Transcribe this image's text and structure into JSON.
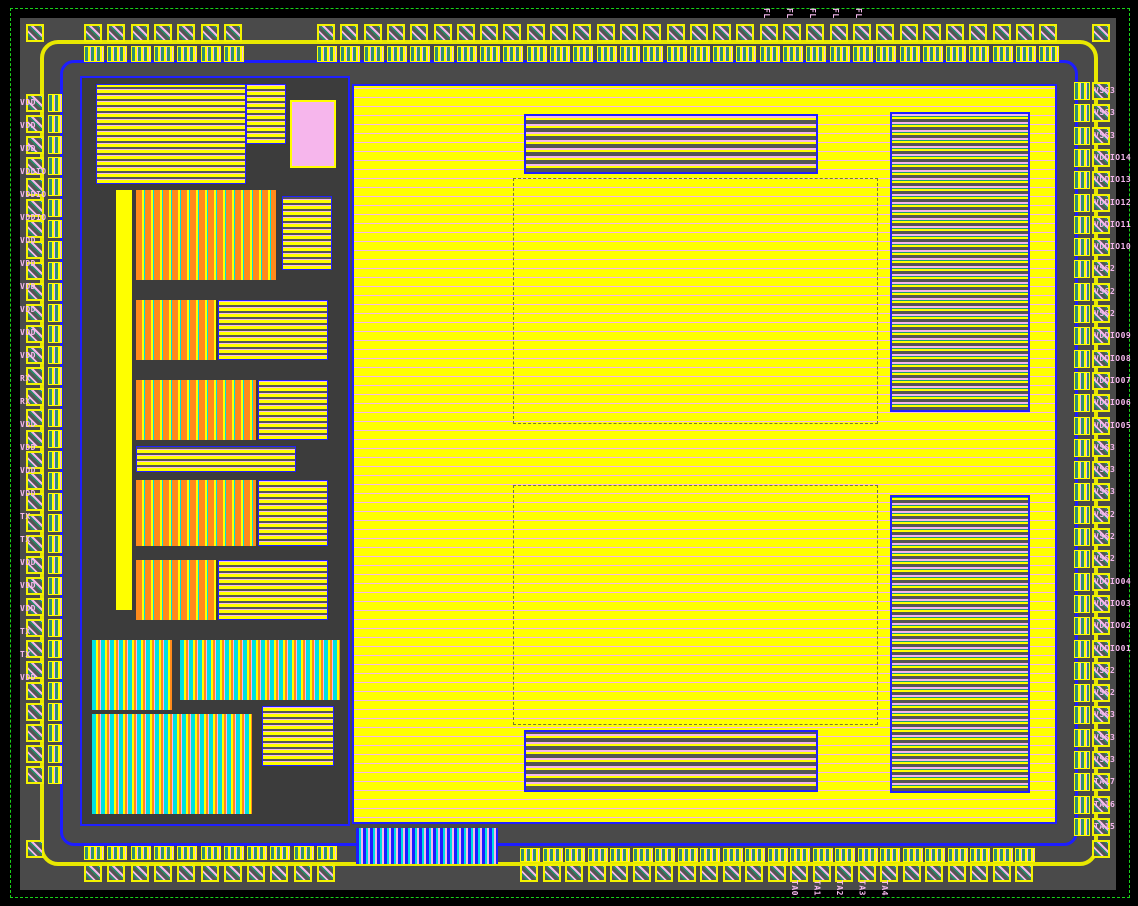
{
  "layout_view": {
    "colors": {
      "metal1": "#ffff00",
      "metal2": "#f6b6ec",
      "metal3": "#2020ff",
      "diffusion": "#ff8a1c",
      "poly": "#00dede",
      "substrate": "#4a4a4a",
      "guide": "#19d219"
    },
    "pads": {
      "top_count": 42,
      "left_count": 33,
      "top_labels": [
        "FL",
        "FL",
        "FL",
        "FL",
        "FL"
      ],
      "right_labels": [
        "VSS3",
        "VSS3",
        "VSS3",
        "VDDIO14",
        "VDDIO13",
        "VDDIO12",
        "VDDIO11",
        "VDDIO10",
        "VSS2",
        "VSS2",
        "VSS2",
        "VDDIO09",
        "VDDIO08",
        "VDDIO07",
        "VDDIO06",
        "VDDIO05",
        "VSS3",
        "VSS3",
        "VSS3",
        "VSS2",
        "VSS2",
        "VSS2",
        "VDDIO04",
        "VDDIO03",
        "VDDIO02",
        "VDDIO01",
        "VSS2",
        "VSS2",
        "VSS3",
        "VSS3",
        "VSS3",
        "TA17",
        "TA16",
        "TA15"
      ],
      "left_labels": [
        "VDD",
        "VDD",
        "VDD",
        "VDDIO",
        "VDDIO",
        "VDDIO",
        "VDD",
        "VDD",
        "VDD",
        "VDD",
        "VDD",
        "VDD",
        "RX",
        "RX",
        "VDD",
        "VDD",
        "VDD",
        "VDD",
        "TX",
        "TX",
        "VDD",
        "VDD",
        "VDD",
        "TX",
        "TX",
        "VDD"
      ],
      "bottom_labels": [
        "TA0",
        "TA1",
        "TA2",
        "TA3",
        "TA4"
      ]
    }
  }
}
